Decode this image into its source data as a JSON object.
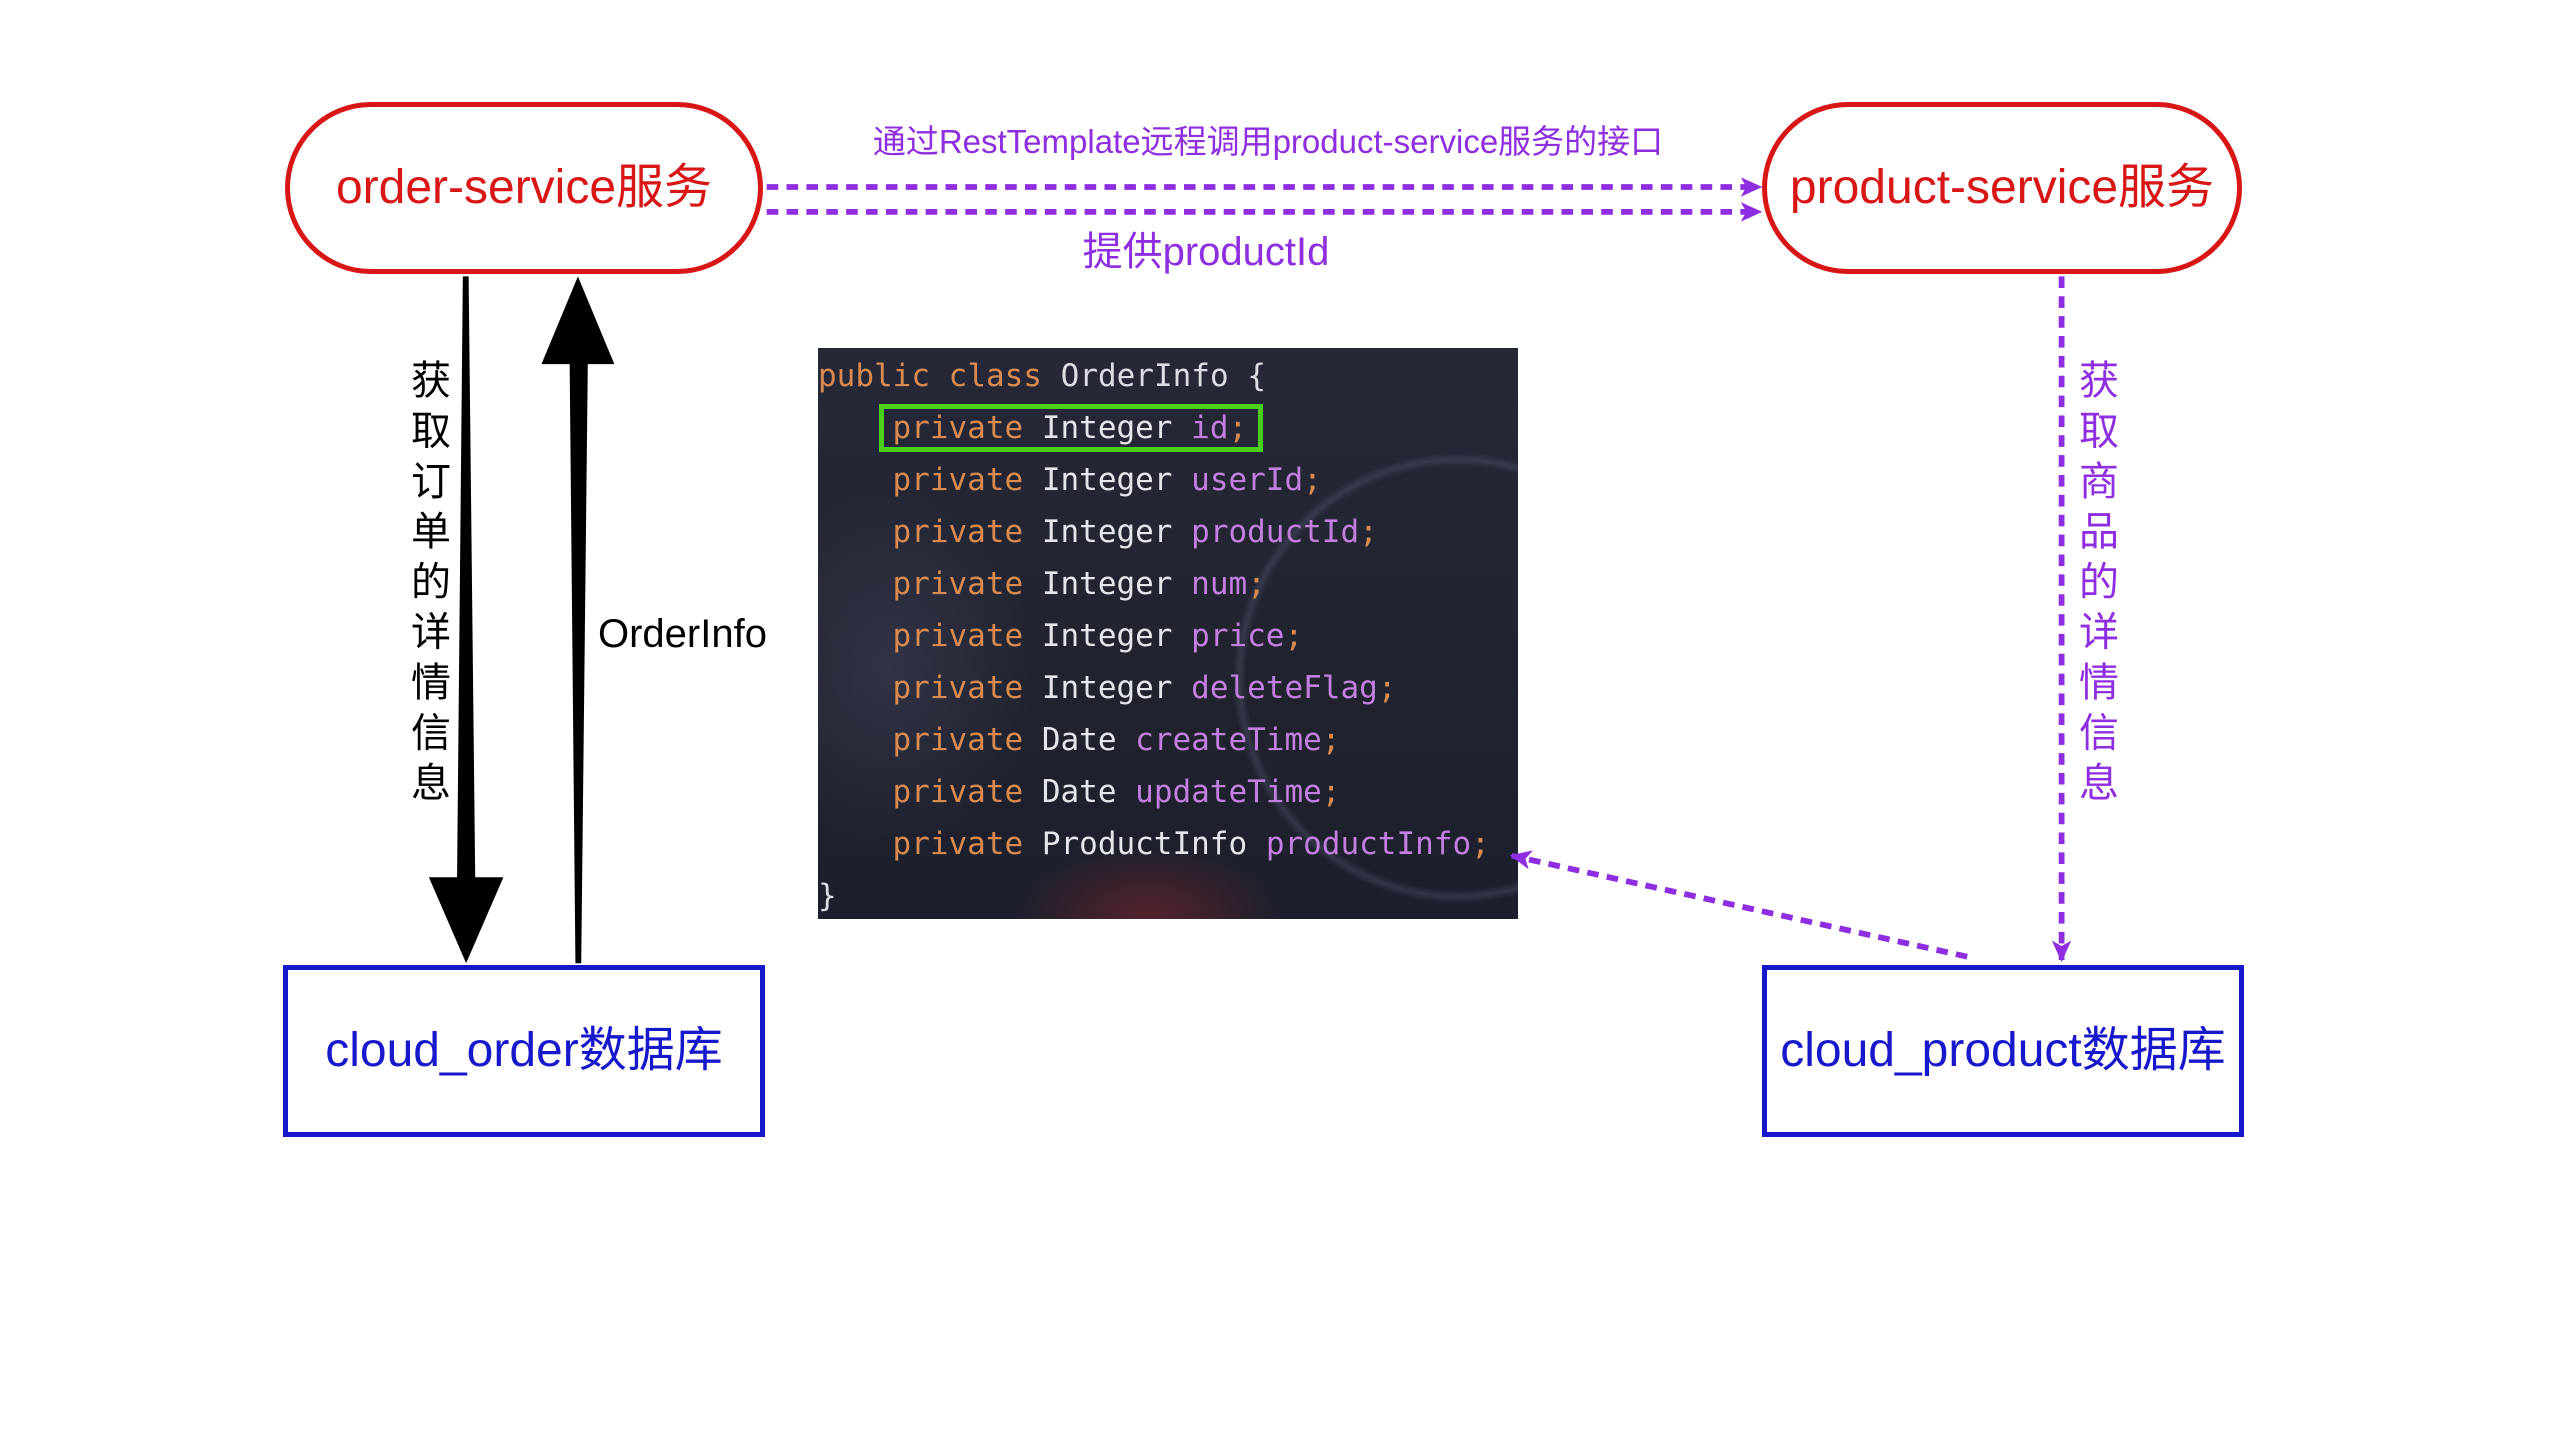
{
  "nodes": {
    "order_service": {
      "label": "order-service服务"
    },
    "product_service": {
      "label": "product-service服务"
    },
    "cloud_order": {
      "label": "cloud_order数据库"
    },
    "cloud_product": {
      "label": "cloud_product数据库"
    }
  },
  "edges": {
    "remote_call": {
      "label": "通过RestTemplate远程调用product-service服务的接口"
    },
    "provide_id": {
      "label": "提供productId"
    },
    "get_order": {
      "label": "获取订单的详情信息"
    },
    "order_info": {
      "label": "OrderInfo"
    },
    "get_product": {
      "label": "获取商品的详情信息"
    }
  },
  "code": {
    "header": {
      "kw_public": "public",
      "kw_class": "class",
      "class_name": "OrderInfo",
      "open_brace": "{"
    },
    "fields": [
      {
        "modifier": "private",
        "type": "Integer",
        "name": "id",
        "end": ";"
      },
      {
        "modifier": "private",
        "type": "Integer",
        "name": "userId",
        "end": ";"
      },
      {
        "modifier": "private",
        "type": "Integer",
        "name": "productId",
        "end": ";"
      },
      {
        "modifier": "private",
        "type": "Integer",
        "name": "num",
        "end": ";"
      },
      {
        "modifier": "private",
        "type": "Integer",
        "name": "price",
        "end": ";"
      },
      {
        "modifier": "private",
        "type": "Integer",
        "name": "deleteFlag",
        "end": ";"
      },
      {
        "modifier": "private",
        "type": "Date",
        "name": "createTime",
        "end": ";"
      },
      {
        "modifier": "private",
        "type": "Date",
        "name": "updateTime",
        "end": ";"
      },
      {
        "modifier": "private",
        "type": "ProductInfo",
        "name": "productInfo",
        "end": ";"
      }
    ],
    "close_brace": "}"
  },
  "colors": {
    "service": "#d81616",
    "database": "#1717cc",
    "remote": "#8f2de0",
    "flow": "#000000",
    "highlight": "#4ccf1c"
  }
}
